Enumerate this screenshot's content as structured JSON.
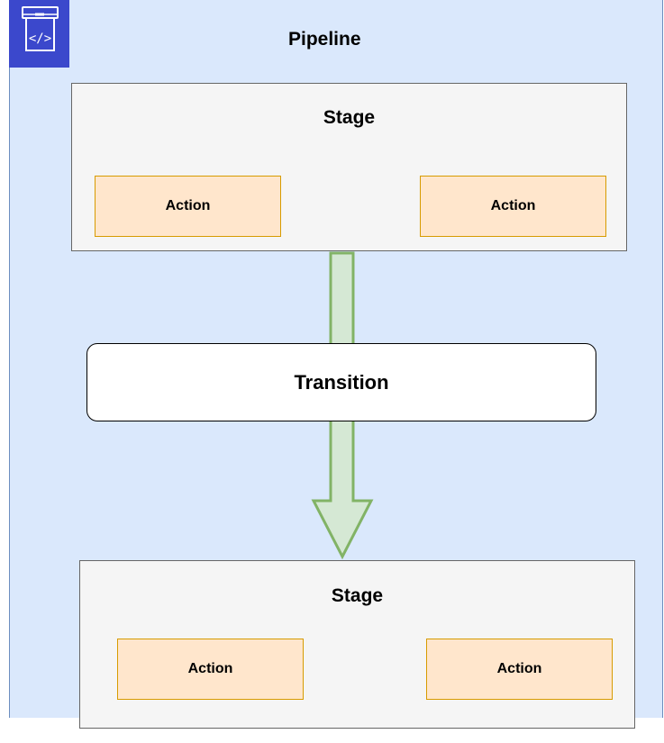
{
  "pipeline": {
    "title": "Pipeline",
    "icon": "code-pipeline-icon"
  },
  "stages": [
    {
      "title": "Stage",
      "actions": [
        "Action",
        "Action"
      ]
    },
    {
      "title": "Stage",
      "actions": [
        "Action",
        "Action"
      ]
    }
  ],
  "transition": {
    "label": "Transition"
  },
  "colors": {
    "pipeline_fill": "#dae8fc",
    "stage_fill": "#f5f5f5",
    "action_fill": "#ffe6cc",
    "action_border": "#d79b00",
    "arrow_fill": "#d5e8d4",
    "arrow_stroke": "#82b366",
    "icon_bg": "#3b48cc"
  }
}
